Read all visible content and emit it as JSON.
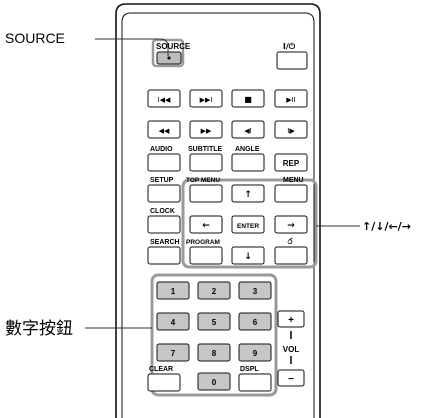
{
  "callouts": {
    "source": "SOURCE",
    "arrows": "↑/↓/←/→",
    "numbers": "數字按鈕"
  },
  "remote": {
    "power_label": "I/⏻",
    "source_label": "SOURCE",
    "transport_row1": [
      {
        "name": "prev-icon",
        "glyph": "I◀◀"
      },
      {
        "name": "next-icon",
        "glyph": "▶▶I"
      },
      {
        "name": "stop-icon",
        "glyph": "■"
      },
      {
        "name": "play-pause-icon",
        "glyph": "▶II"
      }
    ],
    "transport_row2": [
      {
        "name": "rewind-icon",
        "glyph": "◀◀"
      },
      {
        "name": "fast-forward-icon",
        "glyph": "▶▶"
      },
      {
        "name": "slow-back-icon",
        "glyph": "◀I"
      },
      {
        "name": "slow-forward-icon",
        "glyph": "I▶"
      }
    ],
    "audio": "AUDIO",
    "subtitle": "SUBTITLE",
    "angle": "ANGLE",
    "rep": "REP",
    "setup": "SETUP",
    "top_menu": "TOP MENU",
    "menu": "MENU",
    "clock": "CLOCK",
    "enter": "ENTER",
    "search": "SEARCH",
    "program": "PROGRAM",
    "return_glyph": "ර",
    "arrow_up": "↑",
    "arrow_down": "↓",
    "arrow_left": "←",
    "arrow_right": "→",
    "digits": [
      "1",
      "2",
      "3",
      "4",
      "5",
      "6",
      "7",
      "8",
      "9",
      "0"
    ],
    "clear": "CLEAR",
    "dspl": "DSPL",
    "vol": "VOL",
    "vol_plus": "+",
    "vol_minus": "−"
  },
  "colors": {
    "button_fill": "#ffffff",
    "source_fill": "#bdbdbd",
    "digit_fill": "#c6c6c6",
    "highlight_frame": "#9a9a9a",
    "body_outline": "#111111",
    "callout_line": "#333333"
  }
}
